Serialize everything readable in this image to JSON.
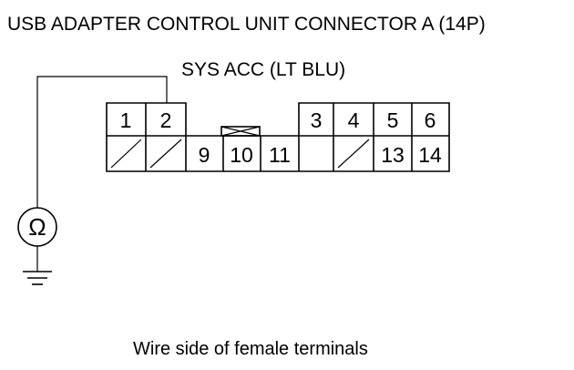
{
  "title": "USB ADAPTER CONTROL UNIT CONNECTOR A (14P)",
  "wire_label": "SYS ACC (LT BLU)",
  "caption": "Wire side of female terminals",
  "meter_symbol": "Ω",
  "meter_icon": "ohmmeter-icon",
  "ground_icon": "ground-icon",
  "connector": {
    "top_left_pins": [
      "1",
      "2"
    ],
    "top_right_pins": [
      "3",
      "4",
      "5",
      "6"
    ],
    "bottom_middle_pins": [
      "9",
      "10",
      "11"
    ],
    "bottom_right_pins": [
      "13",
      "14"
    ],
    "empty_cavities": 3,
    "probed_pin": "2"
  }
}
